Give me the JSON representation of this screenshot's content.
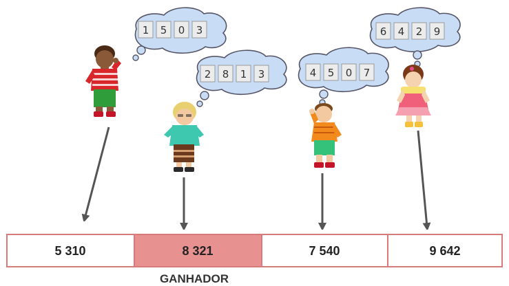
{
  "players": [
    {
      "name": "boy-striped-shirt",
      "digits": [
        "1",
        "5",
        "0",
        "3"
      ],
      "result": "5 310",
      "winner": false
    },
    {
      "name": "girl-blonde",
      "digits": [
        "2",
        "8",
        "1",
        "3"
      ],
      "result": "8 321",
      "winner": true
    },
    {
      "name": "boy-orange-shirt",
      "digits": [
        "4",
        "5",
        "0",
        "7"
      ],
      "result": "7 540",
      "winner": false
    },
    {
      "name": "girl-pink-dress",
      "digits": [
        "6",
        "4",
        "2",
        "9"
      ],
      "result": "9 642",
      "winner": false
    }
  ],
  "winner_label": "GANHADOR",
  "colors": {
    "cloud_fill": "#c8dcf5",
    "cloud_stroke": "#555566",
    "digit_box_fill": "#ececec",
    "table_border": "#d77a7a",
    "winner_fill": "#e89191",
    "arrow": "#555555"
  }
}
